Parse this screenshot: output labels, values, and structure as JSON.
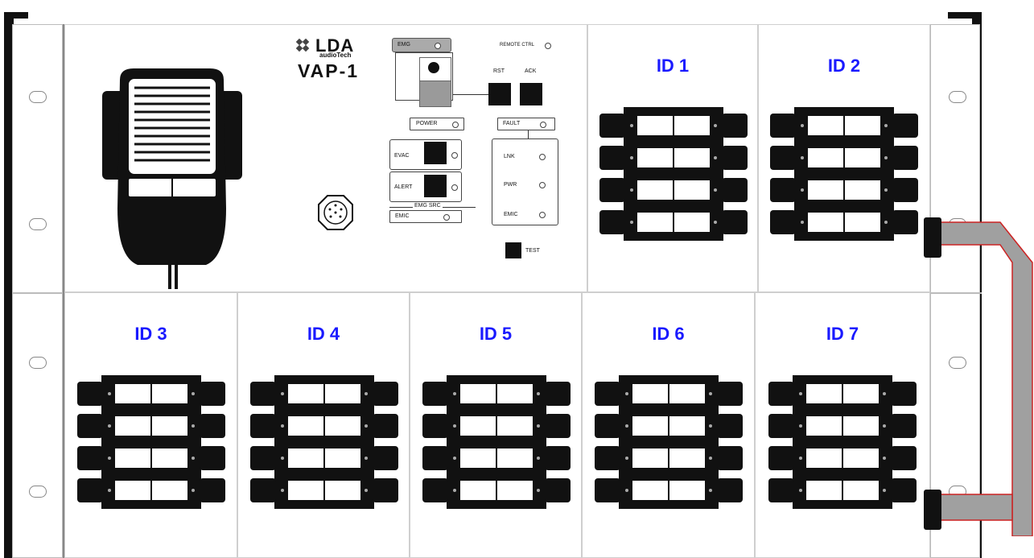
{
  "main_unit": {
    "brand": "LDA",
    "brand_sub": "audioTech",
    "model": "VAP-1",
    "emg_label": "EMG",
    "remote_ctrl_label": "REMOTE CTRL",
    "rst_label": "RST",
    "ack_label": "ACK",
    "power_label": "POWER",
    "fault_label": "FAULT",
    "evac_label": "EVAC",
    "alert_label": "ALERT",
    "emg_src_label": "EMG SRC",
    "emic_label": "EMIC",
    "lnk_label": "LNK",
    "pwr_label": "PWR",
    "emic_fault_label": "EMIC",
    "test_label": "TEST"
  },
  "modules": [
    {
      "label": "ID 1"
    },
    {
      "label": "ID 2"
    },
    {
      "label": "ID 3"
    },
    {
      "label": "ID 4"
    },
    {
      "label": "ID 5"
    },
    {
      "label": "ID 6"
    },
    {
      "label": "ID 7"
    }
  ],
  "colors": {
    "module_title": "#1a1aff",
    "cable": "#a0a0a0",
    "cable_edge": "#cc2222"
  }
}
